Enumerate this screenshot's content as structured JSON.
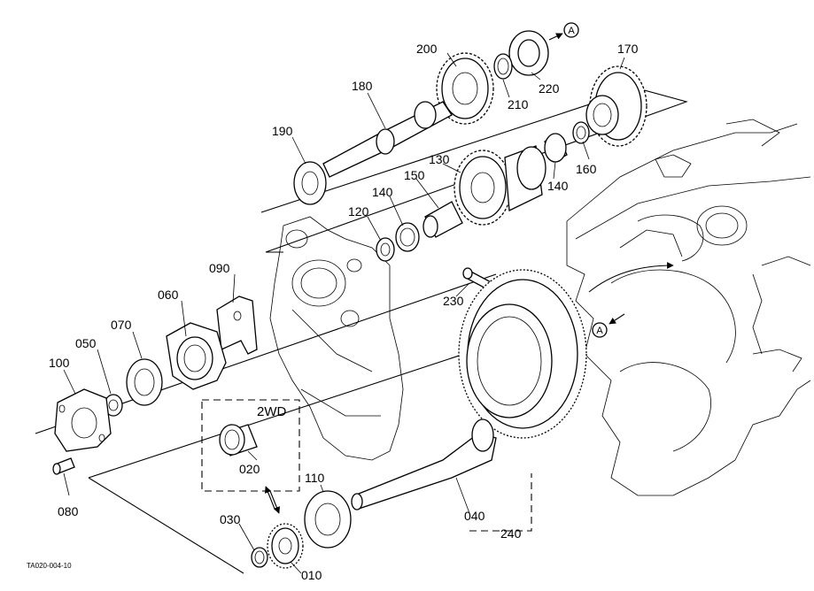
{
  "diagram": {
    "doc_code": "TA020-004-10",
    "box_label": "2WD",
    "ref_marker": "A",
    "labels": {
      "p010": "010",
      "p020": "020",
      "p030": "030",
      "p040": "040",
      "p050": "050",
      "p060": "060",
      "p070": "070",
      "p080": "080",
      "p090": "090",
      "p100": "100",
      "p110": "110",
      "p120": "120",
      "p130": "130",
      "p140a": "140",
      "p140b": "140",
      "p150": "150",
      "p160": "160",
      "p170": "170",
      "p180": "180",
      "p190": "190",
      "p200": "200",
      "p210": "210",
      "p220": "220",
      "p230": "230",
      "p240": "240"
    }
  }
}
